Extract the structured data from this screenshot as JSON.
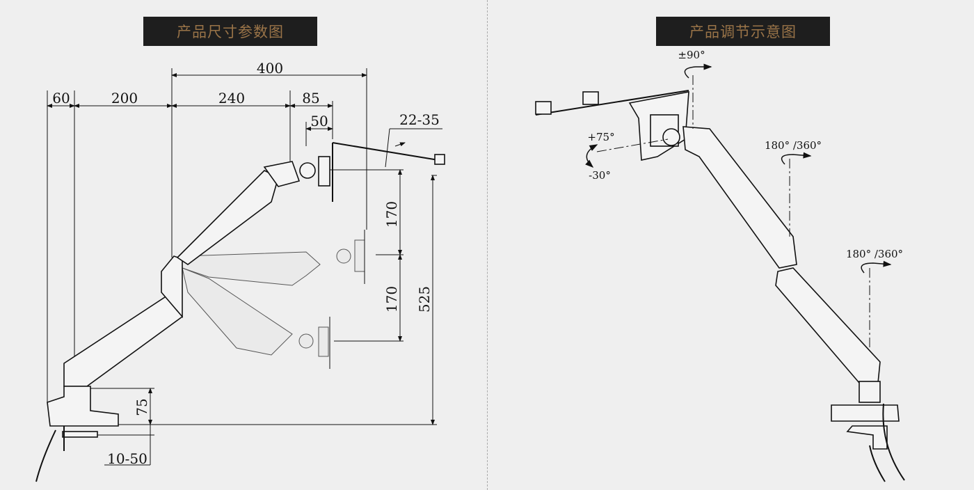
{
  "headers": {
    "left": "产品尺寸参数图",
    "right": "产品调节示意图"
  },
  "dimensions": {
    "d400": "400",
    "d60": "60",
    "d200": "200",
    "d240": "240",
    "d85": "85",
    "d50": "50",
    "d22_35": "22-35",
    "d170_top": "170",
    "d170_bottom": "170",
    "d525": "525",
    "d75": "75",
    "d10_50": "10-50"
  },
  "adjustments": {
    "rotate": "±90°",
    "tilt_up": "+75°",
    "tilt_down": "-30°",
    "swivel_upper": "180° /360°",
    "swivel_lower": "180° /360°"
  },
  "colors": {
    "header_bg": "#1e1e1e",
    "header_text": "#9a7448",
    "background": "#efefef"
  }
}
